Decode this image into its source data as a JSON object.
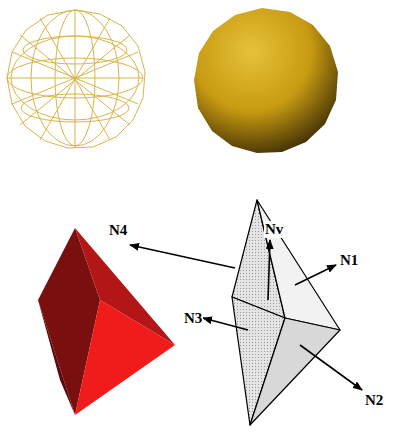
{
  "diagram": {
    "labels": [
      "N4",
      "Nv",
      "N1",
      "N3",
      "N2"
    ]
  }
}
